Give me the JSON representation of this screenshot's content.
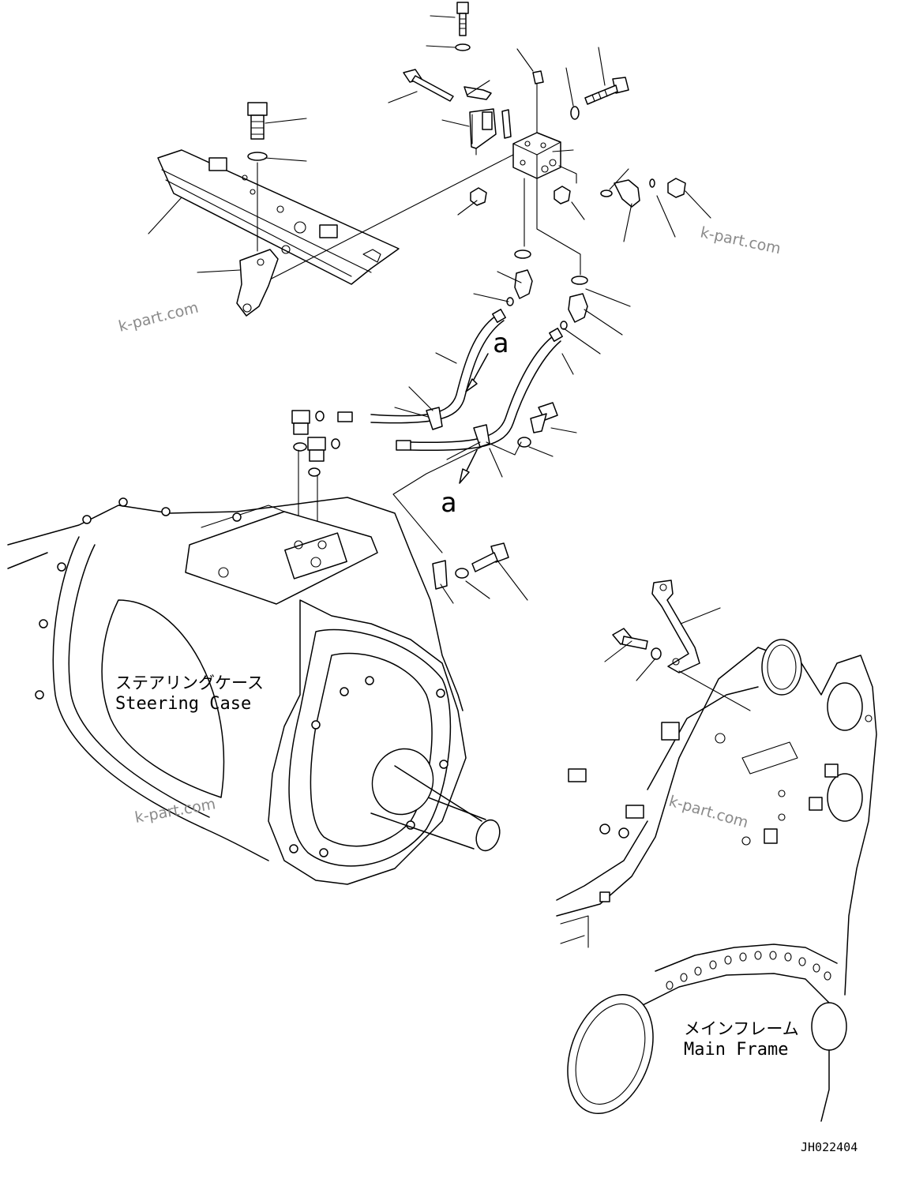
{
  "labels": {
    "steering_case_jp": "ステアリングケース",
    "steering_case_en": "Steering Case",
    "main_frame_jp": "メインフレーム",
    "main_frame_en": "Main Frame"
  },
  "markers": {
    "a_upper": "a",
    "a_lower": "a"
  },
  "watermarks": [
    "k-part.com",
    "k-part.com",
    "k-part.com",
    "k-part.com"
  ],
  "drawing_code": "JH022404"
}
